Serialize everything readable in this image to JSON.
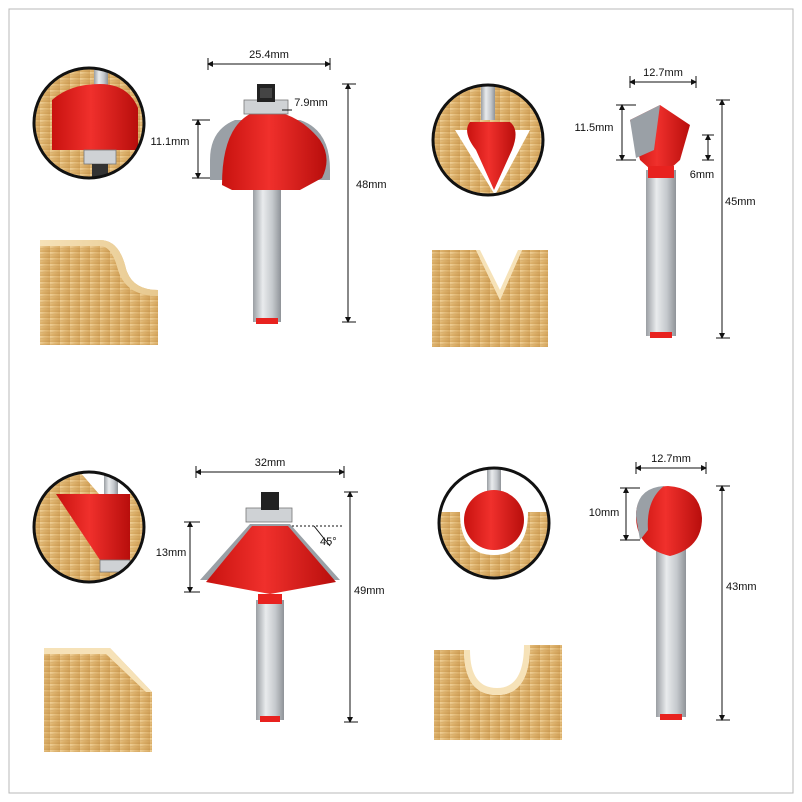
{
  "panels": [
    {
      "name": "roman-ogee-bit",
      "dims": {
        "width": "25.4mm",
        "bearing": "7.9mm",
        "height": "11.1mm",
        "total": "48mm"
      }
    },
    {
      "name": "v-groove-bit",
      "dims": {
        "width": "12.7mm",
        "cut_height": "11.5mm",
        "small": "6mm",
        "total": "45mm"
      }
    },
    {
      "name": "chamfer-bit",
      "dims": {
        "width": "32mm",
        "angle": "45°",
        "height": "13mm",
        "total": "49mm"
      }
    },
    {
      "name": "core-box-bit",
      "dims": {
        "width": "12.7mm",
        "height": "10mm",
        "total": "43mm"
      }
    }
  ],
  "colors": {
    "bit_red": "#e8221f",
    "shank": "#c9cccf",
    "wood": "#e8c489",
    "wood_dark": "#c99a52"
  }
}
